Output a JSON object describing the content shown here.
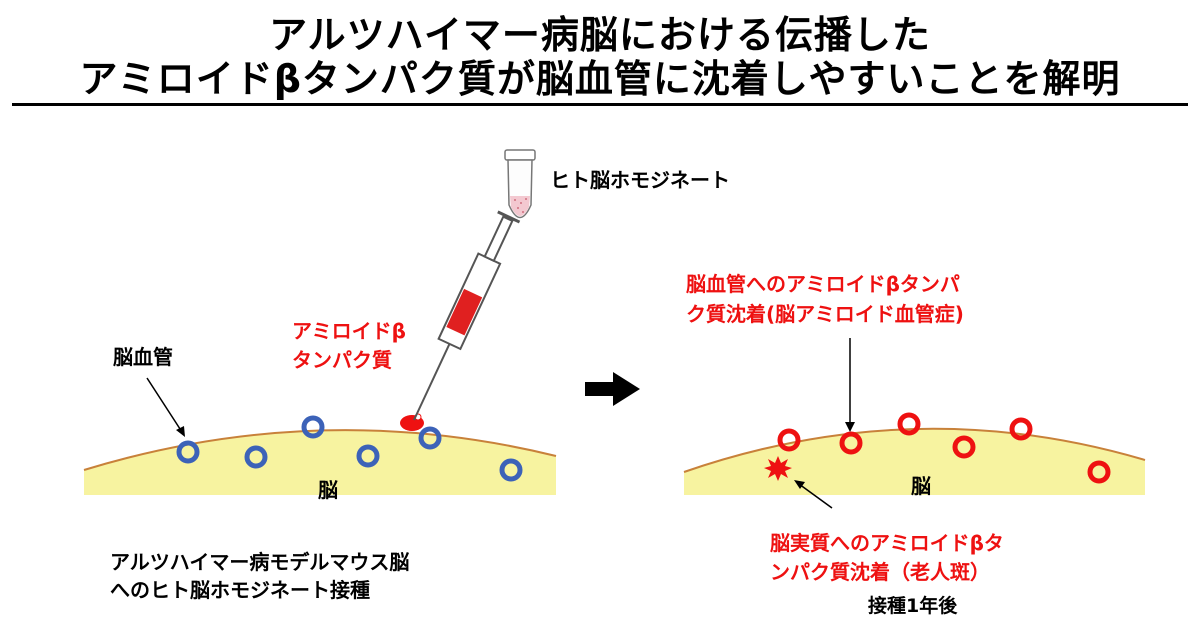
{
  "title": {
    "line1": "アルツハイマー病脳における伝播した",
    "line2": "アミロイドβタンパク質が脳血管に沈着しやすいことを解明"
  },
  "left_panel": {
    "homogenate_label": "ヒト脳ホモジネート",
    "vessel_label": "脳血管",
    "amyloid_label_line1": "アミロイドβ",
    "amyloid_label_line2": "タンパク質",
    "brain_label": "脳",
    "caption_line1": "アルツハイマー病モデルマウス脳",
    "caption_line2": "へのヒト脳ホモジネート接種"
  },
  "right_panel": {
    "vascular_label_line1": "脳血管へのアミロイドβタンパ",
    "vascular_label_line2": "ク質沈着(脳アミロイド血管症)",
    "brain_label": "脳",
    "parenchyma_label_line1": "脳実質へのアミロイドβタ",
    "parenchyma_label_line2": "ンパク質沈着（老人斑）",
    "time_label": "接種1年後"
  },
  "colors": {
    "brain_fill": "#f7f3a0",
    "brain_outline": "#c8813a",
    "vessel_normal": "#3c62b8",
    "amyloid_red": "#ee1111",
    "arrow": "#000000"
  },
  "icons": {
    "tube": "microcentrifuge-tube-icon",
    "syringe": "syringe-icon",
    "arrow": "right-arrow-icon",
    "plaque": "starburst-plaque-icon"
  }
}
